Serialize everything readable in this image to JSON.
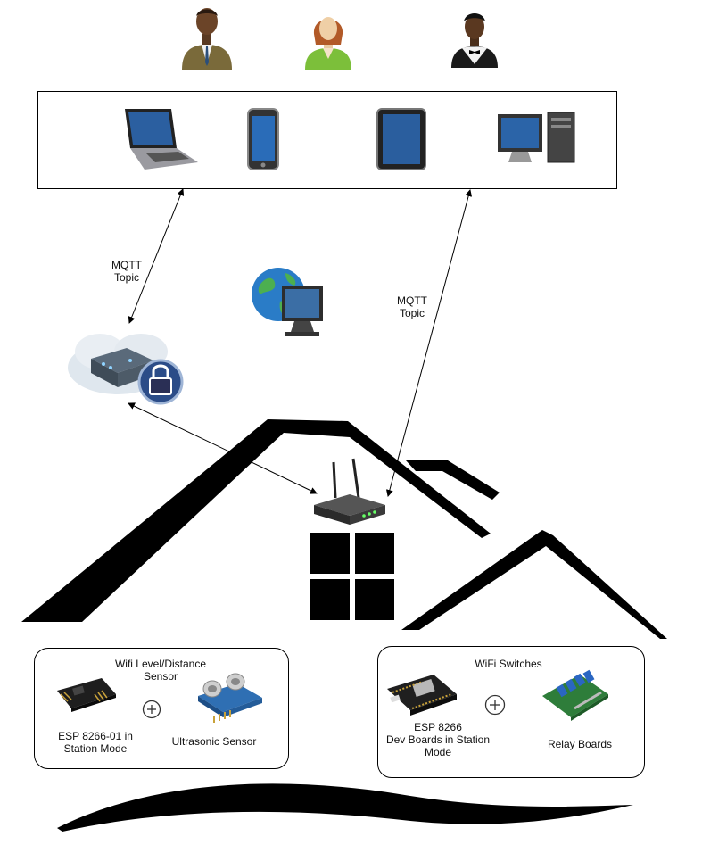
{
  "labels": {
    "mqtt_left_line1": "MQTT",
    "mqtt_left_line2": "Topic",
    "mqtt_right_line1": "MQTT",
    "mqtt_right_line2": "Topic"
  },
  "left_box": {
    "title_line1": "Wifi Level/Distance",
    "title_line2": "Sensor",
    "esp_line1": "ESP 8266-01 in",
    "esp_line2": "Station Mode",
    "sensor": "Ultrasonic Sensor"
  },
  "right_box": {
    "title": "WiFi Switches",
    "esp_line1": "ESP 8266",
    "esp_line2": "Dev Boards in Station",
    "esp_line3": "Mode",
    "relay": "Relay Boards"
  },
  "icons": [
    "businessman-icon",
    "businesswoman-icon",
    "waiter-icon",
    "laptop-icon",
    "smartphone-icon",
    "tablet-icon",
    "desktop-computer-icon",
    "internet-globe-icon",
    "secure-cloud-server-icon",
    "wifi-router-icon",
    "window-icon",
    "esp8266-01-icon",
    "ultrasonic-sensor-icon",
    "esp8266-devboard-icon",
    "relay-board-icon",
    "plus-icon"
  ]
}
